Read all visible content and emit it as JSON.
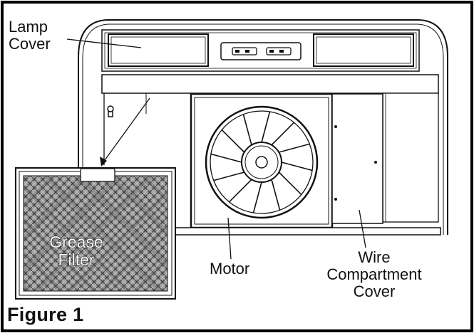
{
  "labels": {
    "lamp_cover": [
      "Lamp",
      "Cover"
    ],
    "grease_filter": [
      "Grease",
      "Filter"
    ],
    "motor": "Motor",
    "wire_compartment_cover": [
      "Wire",
      "Compartment",
      "Cover"
    ]
  },
  "caption": "Figure 1",
  "colors": {
    "ink": "#111111",
    "paper": "#ffffff",
    "filter_mesh": "#8a8a8a",
    "frame": "#000000"
  },
  "icons": [
    "keyhole-slot-icon",
    "fan-blade-icon",
    "control-switch-icon"
  ],
  "filter_blade_count": 12
}
